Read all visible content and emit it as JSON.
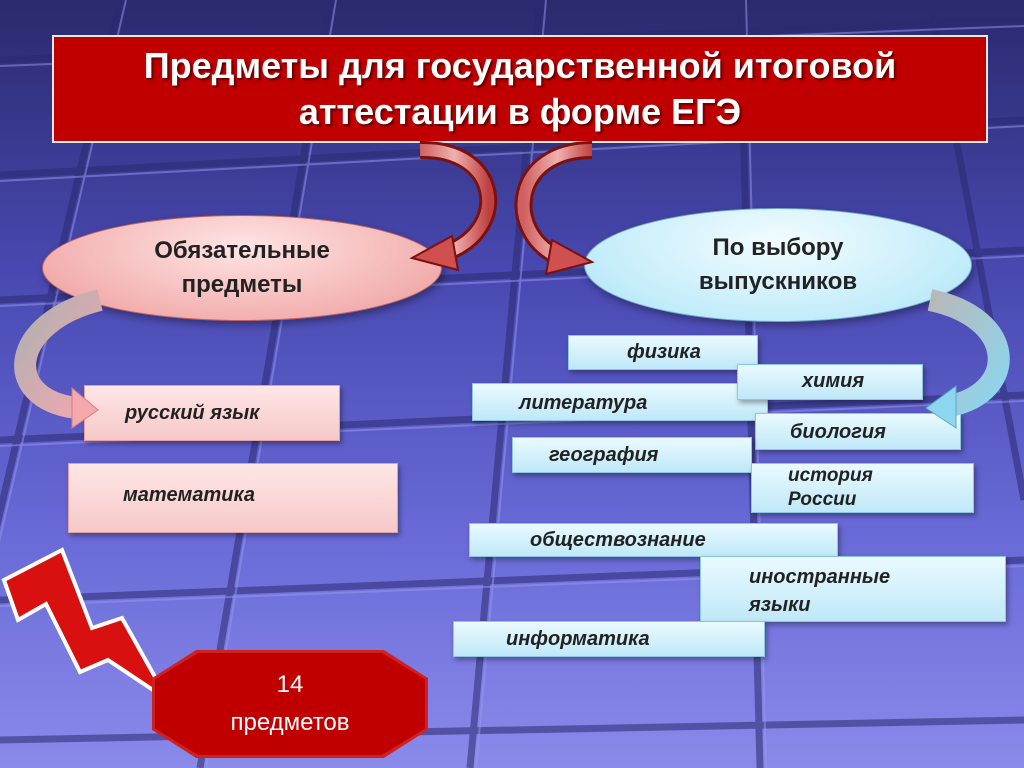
{
  "title": {
    "line1": "Предметы для государственной итоговой",
    "line2": "аттестации в форме ЕГЭ"
  },
  "mandatory": {
    "header_line1": "Обязательные",
    "header_line2": "предметы",
    "items": [
      "русский язык",
      "математика"
    ]
  },
  "elective": {
    "header_line1": "По выбору",
    "header_line2": "выпускников",
    "physics": "физика",
    "chemistry": "химия",
    "literature": "литература",
    "biology": "биология",
    "geography": "география",
    "history_line1": "история",
    "history_line2": "России",
    "social_studies": "обществознание",
    "languages_line1": "иностранные",
    "languages_line2": "языки",
    "informatics": "информатика"
  },
  "total": {
    "count": "14",
    "label": "предметов"
  },
  "colors": {
    "title_bg": "#c00000",
    "pink_fill": "#f3b0b0",
    "blue_fill": "#c2ecfa",
    "background": "#4848b0",
    "badge_bg": "#c00000"
  },
  "icons": [
    "curved-arrow-left-icon",
    "curved-arrow-right-icon",
    "lightning-bolt-icon"
  ]
}
